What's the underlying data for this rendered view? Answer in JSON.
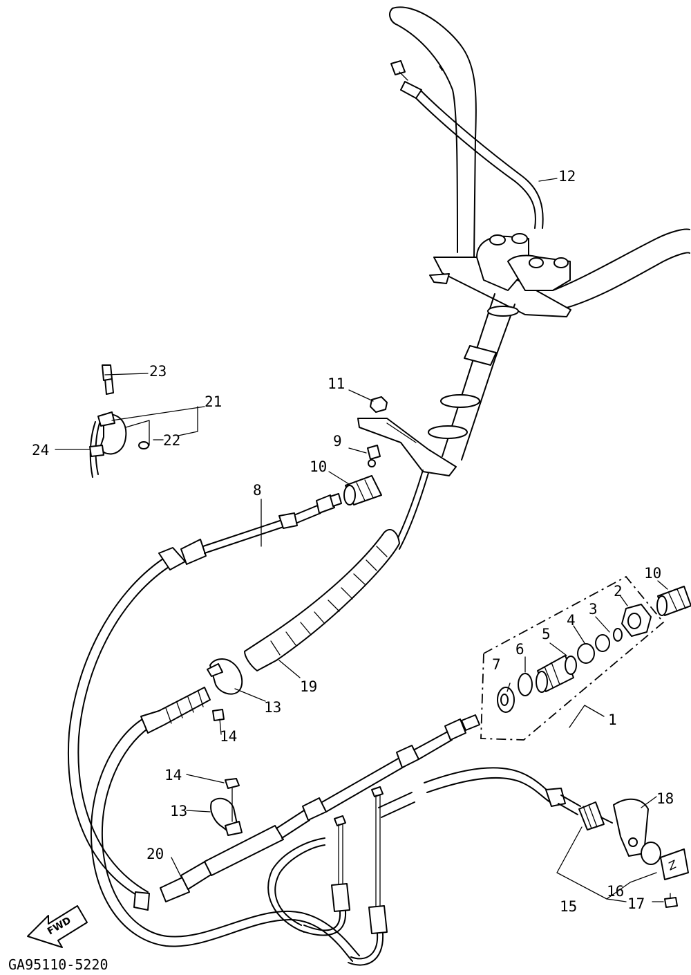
{
  "diagram": {
    "drawing_code": "GA95110-5220",
    "fwd_label": "FWD",
    "callouts": [
      {
        "id": "c1",
        "text": "1"
      },
      {
        "id": "c2",
        "text": "2"
      },
      {
        "id": "c3",
        "text": "3"
      },
      {
        "id": "c4",
        "text": "4"
      },
      {
        "id": "c5",
        "text": "5"
      },
      {
        "id": "c6",
        "text": "6"
      },
      {
        "id": "c7",
        "text": "7"
      },
      {
        "id": "c8",
        "text": "8"
      },
      {
        "id": "c9",
        "text": "9"
      },
      {
        "id": "c10a",
        "text": "10"
      },
      {
        "id": "c10b",
        "text": "10"
      },
      {
        "id": "c11",
        "text": "11"
      },
      {
        "id": "c12",
        "text": "12"
      },
      {
        "id": "c13a",
        "text": "13"
      },
      {
        "id": "c13b",
        "text": "13"
      },
      {
        "id": "c14a",
        "text": "14"
      },
      {
        "id": "c14b",
        "text": "14"
      },
      {
        "id": "c15",
        "text": "15"
      },
      {
        "id": "c16",
        "text": "16"
      },
      {
        "id": "c17",
        "text": "17"
      },
      {
        "id": "c18",
        "text": "18"
      },
      {
        "id": "c19",
        "text": "19"
      },
      {
        "id": "c20",
        "text": "20"
      },
      {
        "id": "c21",
        "text": "21"
      },
      {
        "id": "c22",
        "text": "22"
      },
      {
        "id": "c23",
        "text": "23"
      },
      {
        "id": "c24",
        "text": "24"
      }
    ]
  }
}
